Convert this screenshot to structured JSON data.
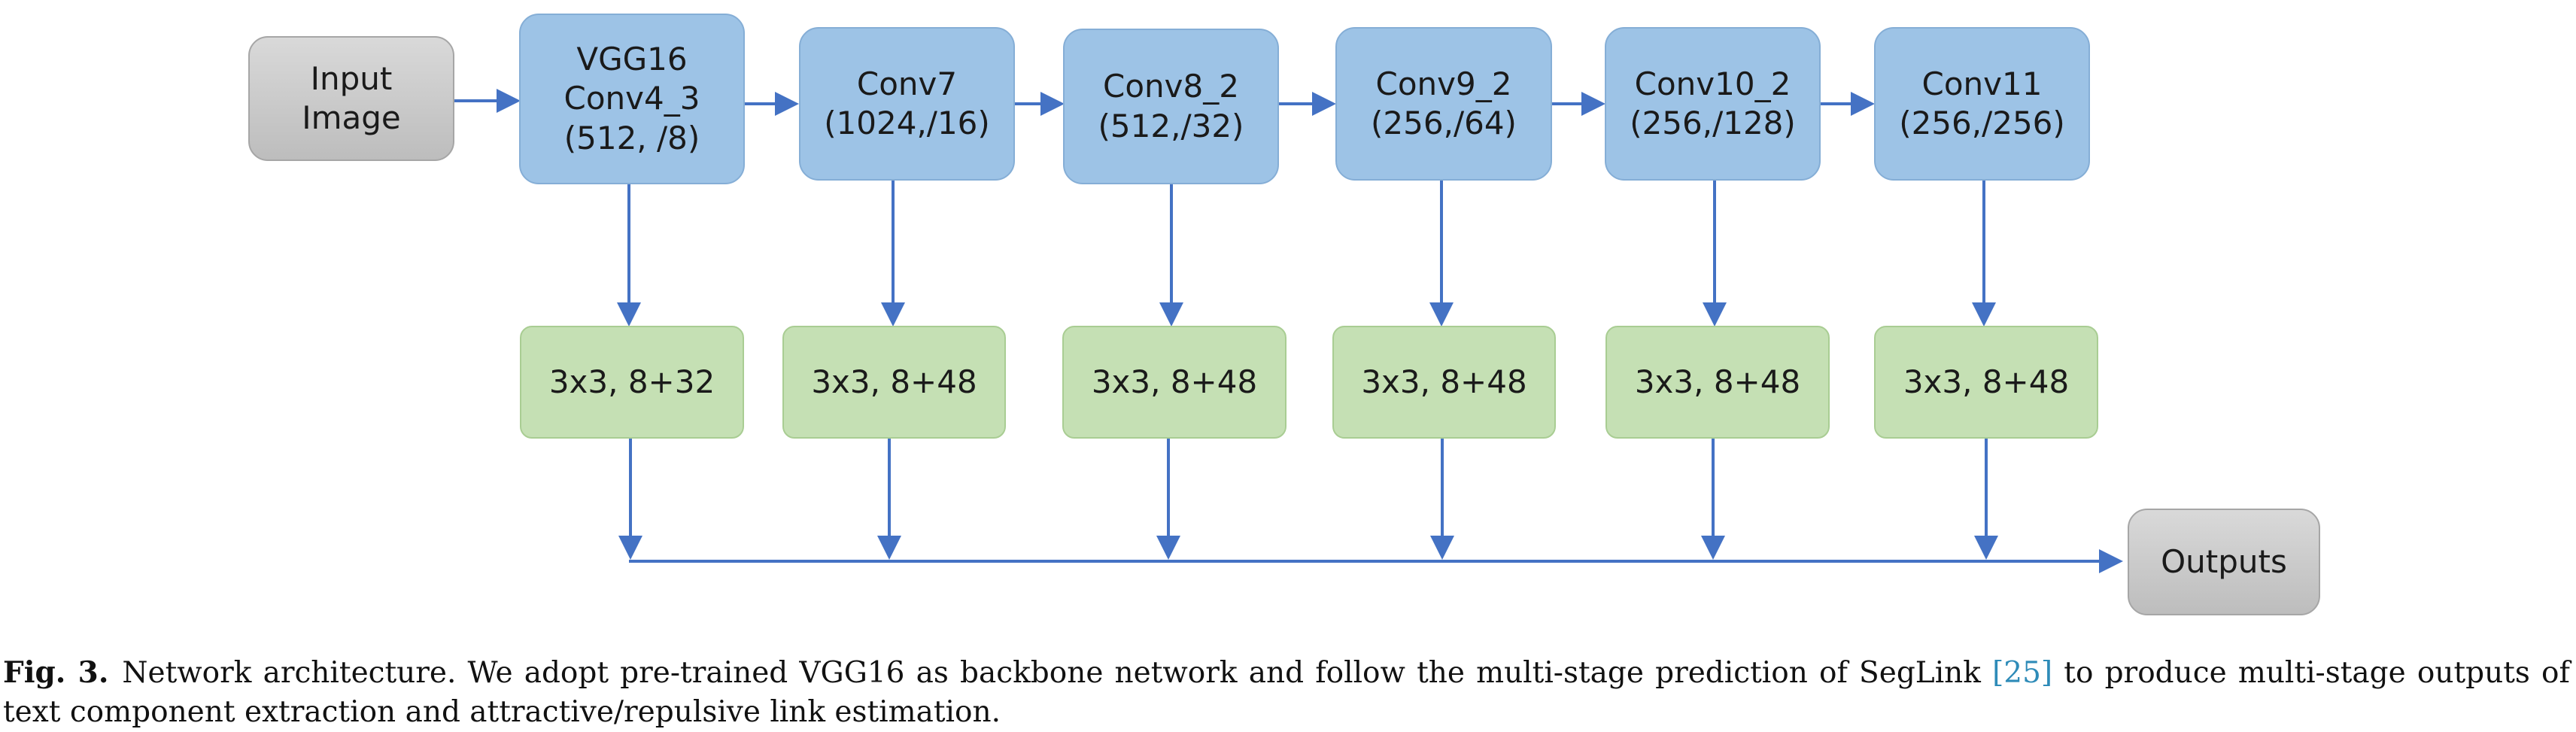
{
  "nodes": {
    "input": [
      "Input",
      "Image"
    ],
    "vgg16": [
      "VGG16",
      "Conv4_3",
      "(512, /8)"
    ],
    "conv7": [
      "Conv7",
      "(1024,/16)"
    ],
    "conv8": [
      "Conv8_2",
      "(512,/32)"
    ],
    "conv9": [
      "Conv9_2",
      "(256,/64)"
    ],
    "conv10": [
      "Conv10_2",
      "(256,/128)"
    ],
    "conv11": [
      "Conv11",
      "(256,/256)"
    ],
    "pred1": "3x3, 8+32",
    "pred2": "3x3, 8+48",
    "pred3": "3x3, 8+48",
    "pred4": "3x3, 8+48",
    "pred5": "3x3, 8+48",
    "pred6": "3x3, 8+48",
    "outputs": "Outputs"
  },
  "caption": {
    "label": "Fig. 3.",
    "text_before_ref": "Network architecture. We adopt pre-trained VGG16 as backbone network and follow the multi-stage prediction of SegLink ",
    "ref": "[25]",
    "text_after_ref": " to produce multi-stage outputs of text component extraction and attractive/repulsive link estimation."
  },
  "colors": {
    "arrow": "#4472c4",
    "backbone_fill": "#9dc3e6",
    "prediction_fill": "#c5e0b4",
    "io_fill": "#c8c8c8",
    "reference_link": "#2e8bb8"
  }
}
